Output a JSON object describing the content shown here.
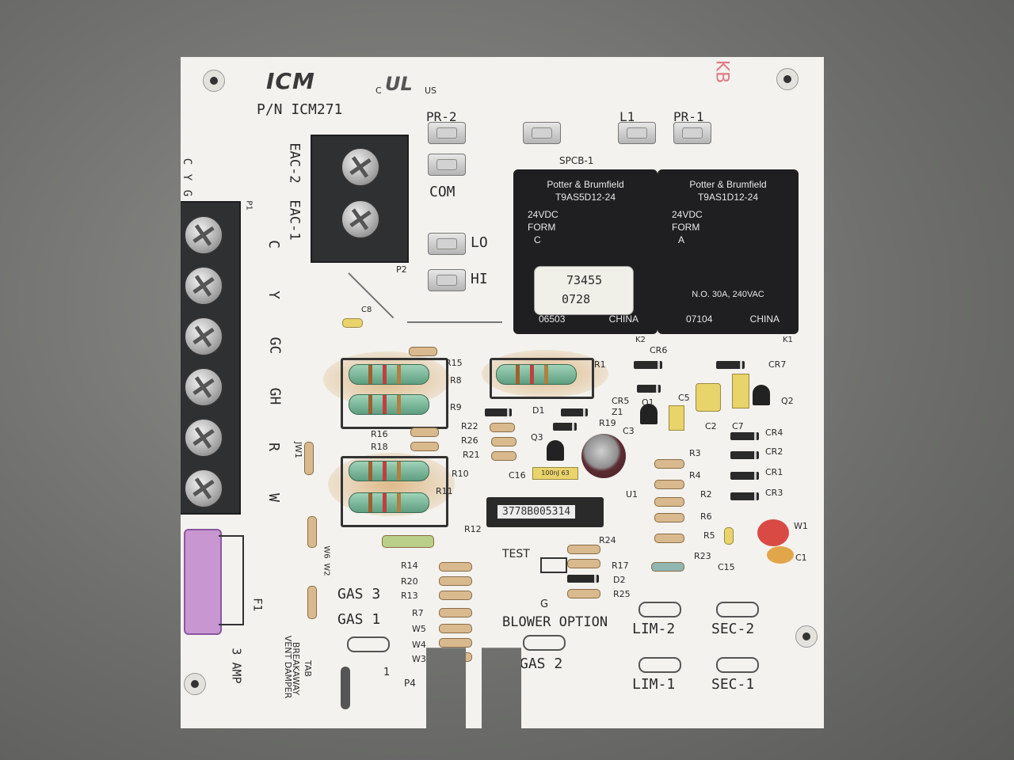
{
  "board": {
    "brand": "ICM",
    "part_number": "P/N ICM271",
    "cert_c": "C",
    "cert_us": "US",
    "corner_mark": "KB",
    "connectors": {
      "pr2": "PR-2",
      "pr1": "PR-1",
      "l1": "L1",
      "com": "COM",
      "lo": "LO",
      "hi": "HI",
      "eac2": "EAC-2",
      "eac1": "EAC-1",
      "p1": "P1",
      "p2": "P2",
      "p4": "P4",
      "spcb": "SPCB-1",
      "test": "TEST",
      "g": "G",
      "blower_option": "BLOWER OPTION",
      "gas1": "GAS 1",
      "gas2": "GAS 2",
      "gas3": "GAS 3",
      "lim1": "LIM-1",
      "lim2": "LIM-2",
      "sec1": "SEC-1",
      "sec2": "SEC-2",
      "fuse": "F1",
      "fuse_rating": "3 AMP",
      "one": "1",
      "vent": "VENT DAMPER",
      "breakaway": "BREAKAWAY",
      "tab": "TAB"
    },
    "terminal_labels": [
      "C",
      "Y",
      "GC",
      "GH",
      "R",
      "W"
    ],
    "top_header_labels": [
      "C",
      "Y",
      "G"
    ],
    "relay_left": {
      "brand": "Potter & Brumfield",
      "model": "T9AS5D12-24",
      "voltage": "24VDC",
      "form_word": "FORM",
      "form": "C",
      "code": "06503",
      "origin": "CHINA",
      "ref": "K2"
    },
    "relay_right": {
      "brand": "Potter & Brumfield",
      "model": "T9AS1D12-24",
      "voltage": "24VDC",
      "form_word": "FORM",
      "form": "A",
      "rating": "N.O. 30A, 240VAC",
      "code": "07104",
      "origin": "CHINA",
      "ref": "K1"
    },
    "sticker": {
      "line1": "73455",
      "line2": "0728"
    },
    "chip_label": "3778B005314",
    "cap_c16_label": "100nJ 63",
    "refs": {
      "c8": "C8",
      "r15": "R15",
      "r8": "R8",
      "r9": "R9",
      "r16": "R16",
      "r18": "R18",
      "r10": "R10",
      "r11": "R11",
      "r22": "R22",
      "r26": "R26",
      "r21": "R21",
      "r1": "R1",
      "d1": "D1",
      "z1": "Z1",
      "r19": "R19",
      "q3": "Q3",
      "c16": "C16",
      "u1": "U1",
      "c3": "C3",
      "cr5": "CR5",
      "q1": "Q1",
      "c5": "C5",
      "cr6": "CR6",
      "cr7": "CR7",
      "q2": "Q2",
      "c2": "C2",
      "c7": "C7",
      "cr4": "CR4",
      "cr2": "CR2",
      "cr1": "CR1",
      "cr3": "CR3",
      "r3": "R3",
      "r4": "R4",
      "r2": "R2",
      "r6": "R6",
      "r5": "R5",
      "r23": "R23",
      "c15": "C15",
      "c1": "C1",
      "w1": "W1",
      "r12": "R12",
      "r24": "R24",
      "r17": "R17",
      "d2": "D2",
      "r25": "R25",
      "r14": "R14",
      "r20": "R20",
      "r13": "R13",
      "r7": "R7",
      "w5": "W5",
      "w4": "W4",
      "w3": "W3",
      "jw1": "JW1",
      "w6": "W6",
      "w2": "W2"
    }
  }
}
